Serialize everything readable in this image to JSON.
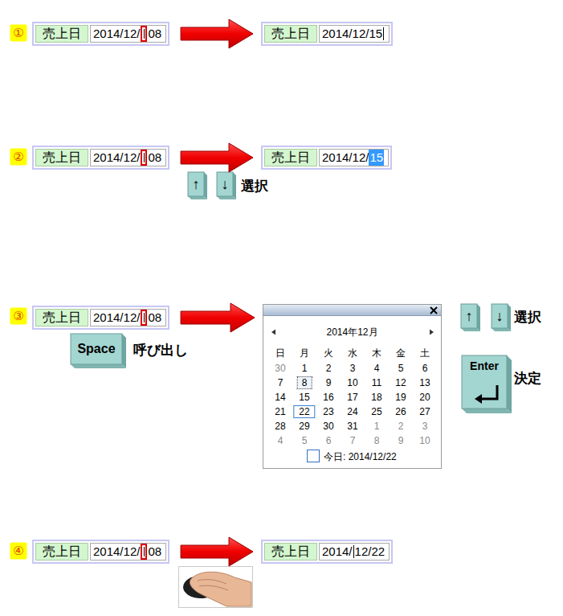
{
  "diagram": {
    "nodes": [
      {
        "text": [
          "売上日",
          "2014/12/",
          "08"
        ]
      },
      {
        "text": [
          "売上日",
          "2014/12/15"
        ]
      },
      {
        "text": [
          "売上日",
          "2014/12/",
          "08"
        ]
      },
      {
        "text": [
          "売上日",
          "2014/12/",
          "15"
        ]
      },
      {
        "text": [
          "↑"
        ]
      },
      {
        "text": [
          "↓"
        ]
      },
      {
        "text": [
          "売上日",
          "2014/12/",
          "08"
        ]
      },
      {
        "text": [
          "Space"
        ]
      },
      {
        "text": [
          "2014年12月",
          "今日: 2014/12/22"
        ]
      },
      {
        "text": [
          "↑"
        ]
      },
      {
        "text": [
          "↓"
        ]
      },
      {
        "text": [
          "Enter"
        ]
      },
      {
        "text": [
          "売上日",
          "2014/12/",
          "08"
        ]
      },
      {
        "text": [
          "売上日",
          "2014/",
          "12/22"
        ]
      }
    ],
    "edges": [
      {
        "from": 0,
        "to": 1,
        "arrow": "to"
      },
      {
        "from": 2,
        "to": 3,
        "arrow": "to"
      },
      {
        "from": 6,
        "to": 8,
        "arrow": "to"
      },
      {
        "from": 12,
        "to": 13,
        "arrow": "to"
      }
    ],
    "labels": [
      "①",
      "②",
      "選択",
      "③",
      "選択",
      "呼び出し",
      "決定",
      "日",
      "月",
      "火",
      "水",
      "木",
      "金",
      "土",
      "30",
      "1",
      "2",
      "3",
      "4",
      "5",
      "6",
      "7",
      "8",
      "9",
      "10",
      "11",
      "12",
      "13",
      "14",
      "15",
      "16",
      "17",
      "18",
      "19",
      "20",
      "21",
      "22",
      "23",
      "24",
      "25",
      "26",
      "27",
      "28",
      "29",
      "30",
      "31",
      "1",
      "2",
      "3",
      "4",
      "5",
      "6",
      "7",
      "8",
      "9",
      "10",
      "④"
    ]
  }
}
